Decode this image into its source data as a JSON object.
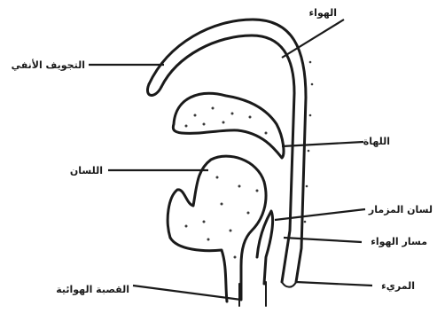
{
  "labels": {
    "air": "الهواء",
    "nasal_cavity": "التجويف الأنفي",
    "uvula": "اللهاة",
    "tongue": "اللسان",
    "epiglottis": "لسان المزمار",
    "air_path": "مسار الهواء",
    "pharynx": "المريء",
    "vocal_cords": "القصبة الهوائية"
  }
}
